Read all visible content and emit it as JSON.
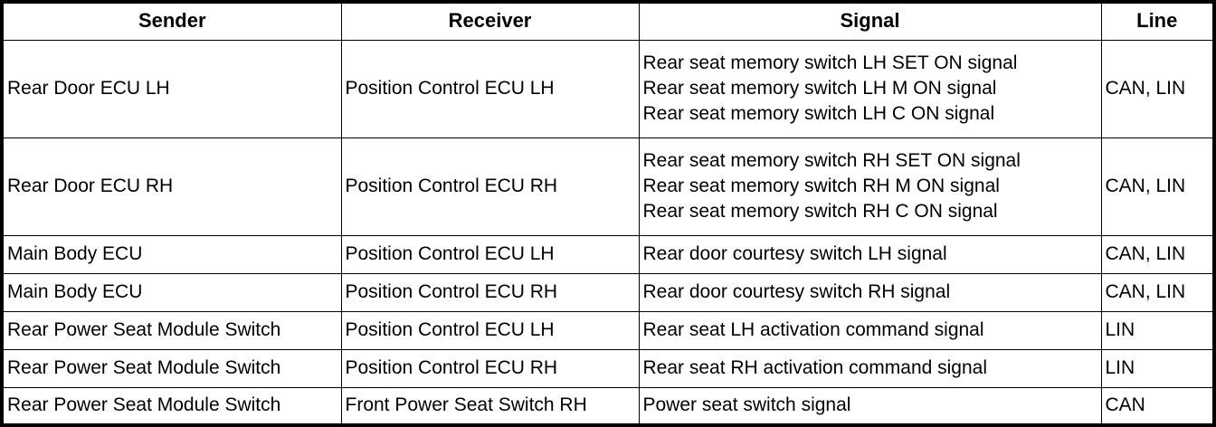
{
  "table": {
    "columns": [
      {
        "key": "sender",
        "label": "Sender"
      },
      {
        "key": "receiver",
        "label": "Receiver"
      },
      {
        "key": "signal",
        "label": "Signal"
      },
      {
        "key": "line",
        "label": "Line"
      }
    ],
    "rows": [
      {
        "sender": "Rear Door ECU LH",
        "receiver": "Position Control ECU LH",
        "signal_lines": [
          "Rear seat memory switch LH SET ON signal",
          "Rear seat memory switch LH M ON signal",
          "Rear seat memory switch LH C ON signal"
        ],
        "line": "CAN, LIN"
      },
      {
        "sender": "Rear Door ECU RH",
        "receiver": "Position Control ECU RH",
        "signal_lines": [
          "Rear seat memory switch RH SET ON signal",
          "Rear seat memory switch RH M ON signal",
          "Rear seat memory switch RH C ON signal"
        ],
        "line": "CAN, LIN"
      },
      {
        "sender": "Main Body ECU",
        "receiver": "Position Control ECU LH",
        "signal_lines": [
          "Rear door courtesy switch LH signal"
        ],
        "line": "CAN, LIN"
      },
      {
        "sender": "Main Body ECU",
        "receiver": "Position Control ECU RH",
        "signal_lines": [
          "Rear door courtesy switch RH signal"
        ],
        "line": "CAN, LIN"
      },
      {
        "sender": "Rear Power Seat Module Switch",
        "receiver": "Position Control ECU LH",
        "signal_lines": [
          "Rear seat LH activation command signal"
        ],
        "line": "LIN"
      },
      {
        "sender": "Rear Power Seat Module Switch",
        "receiver": "Position Control ECU RH",
        "signal_lines": [
          "Rear seat RH activation command signal"
        ],
        "line": "LIN"
      },
      {
        "sender": "Rear Power Seat Module Switch",
        "receiver": "Front Power Seat Switch RH",
        "signal_lines": [
          "Power seat switch signal"
        ],
        "line": "CAN"
      }
    ]
  },
  "colors": {
    "border": "#000000",
    "text": "#000000",
    "background": "#ffffff"
  }
}
